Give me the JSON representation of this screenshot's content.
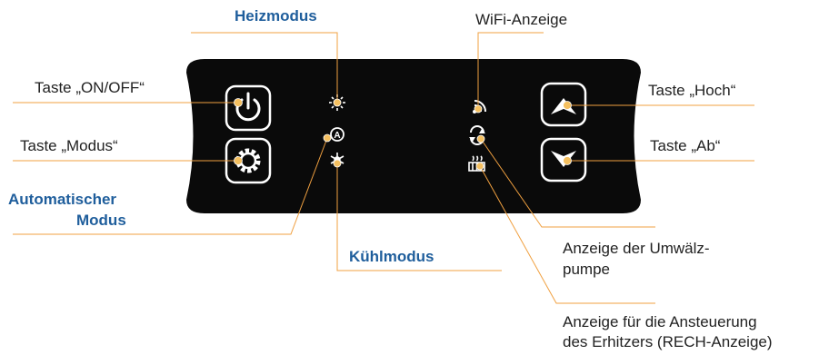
{
  "labels": {
    "heizmodus": "Heizmodus",
    "wifi": "WiFi-Anzeige",
    "taste_onoff": "Taste „ON/OFF“",
    "taste_modus": "Taste „Modus“",
    "auto_line1": "Automatischer",
    "auto_line2": "Modus",
    "kuehlmodus": "Kühlmodus",
    "taste_hoch": "Taste „Hoch“",
    "taste_ab": "Taste „Ab“",
    "pumpe_line1": "Anzeige der Umwälz-",
    "pumpe_line2": "pumpe",
    "erhitzer_line1": "Anzeige für die Ansteuerung",
    "erhitzer_line2": "des Erhitzers (RECH-Anzeige)"
  },
  "icons": {
    "power": "power-icon",
    "modus": "gear-icon",
    "heat": "sun-icon",
    "auto": "auto-mode-icon",
    "cool": "snowflake-icon",
    "wifi": "wifi-icon",
    "pump": "circulation-pump-icon",
    "heater": "heater-icon",
    "up": "chevron-up-icon",
    "down": "chevron-down-icon"
  },
  "colors": {
    "panel": "#0a0a0a",
    "leader": "#f0a040",
    "accent_text": "#1f5e9c",
    "dot": "#f5c060"
  }
}
